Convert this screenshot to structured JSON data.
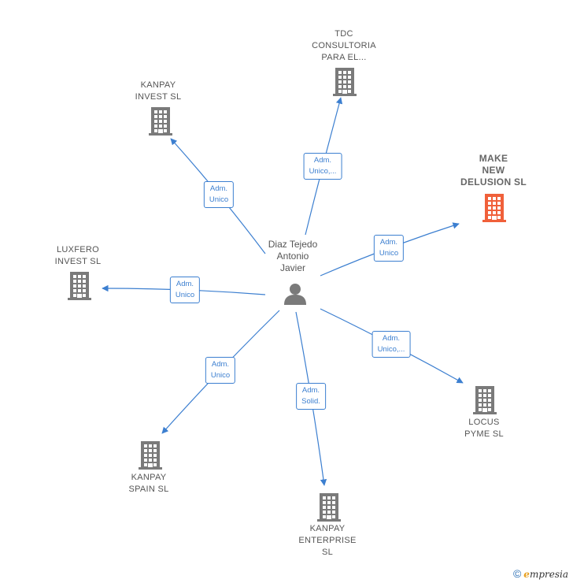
{
  "center": {
    "name_lines": [
      "Diaz Tejedo",
      "Antonio",
      "Javier"
    ],
    "icon": "person-icon"
  },
  "nodes": [
    {
      "id": "tdc",
      "label_lines": [
        "TDC",
        "CONSULTORIA",
        "PARA EL..."
      ],
      "highlight": false
    },
    {
      "id": "kanpay-invest",
      "label_lines": [
        "KANPAY",
        "INVEST SL"
      ],
      "highlight": false
    },
    {
      "id": "make-new-delusion",
      "label_lines": [
        "MAKE",
        "NEW",
        "DELUSION SL"
      ],
      "highlight": true
    },
    {
      "id": "luxfero",
      "label_lines": [
        "LUXFERO",
        "INVEST SL"
      ],
      "highlight": false
    },
    {
      "id": "locus-pyme",
      "label_lines": [
        "LOCUS",
        "PYME SL"
      ],
      "highlight": false
    },
    {
      "id": "kanpay-spain",
      "label_lines": [
        "KANPAY",
        "SPAIN SL"
      ],
      "highlight": false
    },
    {
      "id": "kanpay-enterprise",
      "label_lines": [
        "KANPAY",
        "ENTERPRISE",
        "SL"
      ],
      "highlight": false
    }
  ],
  "edges": [
    {
      "to": "tdc",
      "label_lines": [
        "Adm.",
        "Unico,..."
      ]
    },
    {
      "to": "kanpay-invest",
      "label_lines": [
        "Adm.",
        "Unico"
      ]
    },
    {
      "to": "make-new-delusion",
      "label_lines": [
        "Adm.",
        "Unico"
      ]
    },
    {
      "to": "luxfero",
      "label_lines": [
        "Adm.",
        "Unico"
      ]
    },
    {
      "to": "locus-pyme",
      "label_lines": [
        "Adm.",
        "Unico,..."
      ]
    },
    {
      "to": "kanpay-spain",
      "label_lines": [
        "Adm.",
        "Unico"
      ]
    },
    {
      "to": "kanpay-enterprise",
      "label_lines": [
        "Adm.",
        "Solid."
      ]
    }
  ],
  "colors": {
    "edge": "#3c7fd0",
    "building": "#7a7a7a",
    "building_highlight": "#f0603a",
    "person": "#7a7a7a"
  },
  "footer": {
    "copyright": "©",
    "brand_initial": "e",
    "brand_rest": "mpresia"
  }
}
